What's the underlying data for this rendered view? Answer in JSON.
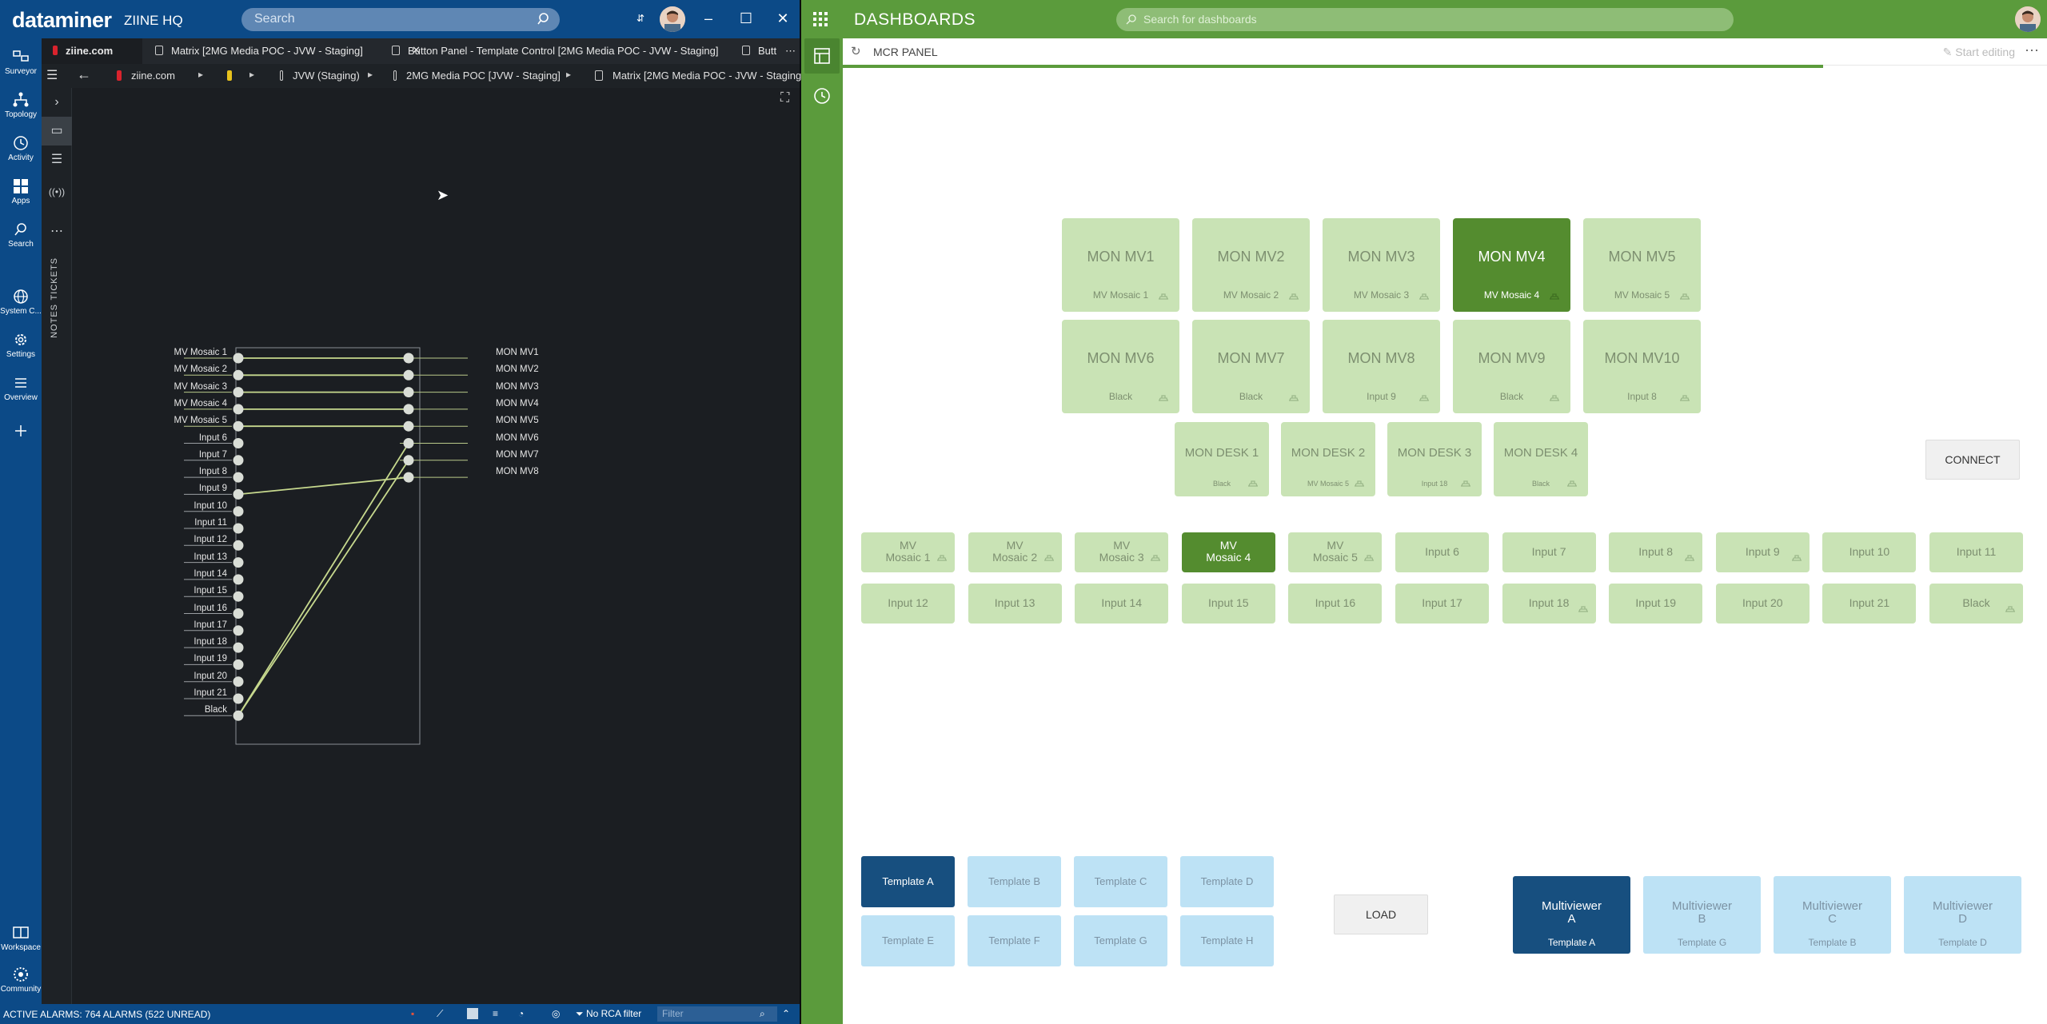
{
  "left_app": {
    "logo": "dataminer",
    "system": "ZIINE HQ",
    "search_placeholder": "Search",
    "rail": [
      "Surveyor",
      "Topology",
      "Activity",
      "Apps",
      "Search",
      "System C...",
      "Settings",
      "Overview",
      "Workspace",
      "Community"
    ],
    "tabs": [
      "ziine.com",
      "Matrix [2MG Media POC - JVW - Staging]",
      "Button Panel - Template Control [2MG Media POC - JVW - Staging]",
      "Butt"
    ],
    "breadcrumbs": [
      "ziine.com",
      "JVW (Staging)",
      "2MG Media POC [JVW - Staging]",
      "Matrix [2MG Media POC - JVW - Staging]"
    ],
    "side_labels": [
      "TICKETS",
      "NOTES"
    ],
    "matrix_inputs": [
      "MV  Mosaic 1",
      "MV Mosaic 2",
      "MV Mosaic 3",
      "MV Mosaic 4",
      "MV Mosaic 5",
      "Input 6",
      "Input 7",
      "Input 8",
      "Input 9",
      "Input 10",
      "Input 11",
      "Input 12",
      "Input 13",
      "Input 14",
      "Input 15",
      "Input 16",
      "Input 17",
      "Input 18",
      "Input 19",
      "Input 20",
      "Input 21",
      "Black"
    ],
    "matrix_outputs": [
      "MON MV1",
      "MON MV2",
      "MON MV3",
      "MON MV4",
      "MON MV5",
      "MON MV6",
      "MON MV7",
      "MON MV8"
    ],
    "connections": [
      [
        1,
        1
      ],
      [
        2,
        2
      ],
      [
        3,
        3
      ],
      [
        4,
        4
      ],
      [
        5,
        5
      ],
      [
        22,
        6
      ],
      [
        22,
        7
      ],
      [
        9,
        8
      ]
    ],
    "status_alarms": "ACTIVE ALARMS: 764 ALARMS (522 UNREAD)",
    "status_rca": "No RCA filter",
    "status_filter_placeholder": "Filter"
  },
  "right_app": {
    "title": "DASHBOARDS",
    "search_placeholder": "Search for dashboards",
    "dashboard_name": "MCR PANEL",
    "start_editing": "Start editing",
    "monitors_row1": [
      {
        "name": "MON MV1",
        "source": "MV Mosaic 1",
        "selected": false
      },
      {
        "name": "MON MV2",
        "source": "MV Mosaic 2",
        "selected": false
      },
      {
        "name": "MON MV3",
        "source": "MV Mosaic 3",
        "selected": false
      },
      {
        "name": "MON MV4",
        "source": "MV Mosaic 4",
        "selected": true
      },
      {
        "name": "MON MV5",
        "source": "MV Mosaic 5",
        "selected": false
      }
    ],
    "monitors_row2": [
      {
        "name": "MON MV6",
        "source": "Black"
      },
      {
        "name": "MON MV7",
        "source": "Black"
      },
      {
        "name": "MON MV8",
        "source": "Input 9"
      },
      {
        "name": "MON MV9",
        "source": "Black"
      },
      {
        "name": "MON MV10",
        "source": "Input 8"
      }
    ],
    "desks": [
      {
        "name": "MON DESK 1",
        "source": "Black"
      },
      {
        "name": "MON DESK 2",
        "source": "MV Mosaic 5"
      },
      {
        "name": "MON DESK 3",
        "source": "Input 18"
      },
      {
        "name": "MON DESK 4",
        "source": "Black"
      }
    ],
    "connect_label": "CONNECT",
    "inputs_row1": [
      {
        "label": "MV\nMosaic 1",
        "tag": true
      },
      {
        "label": "MV\nMosaic 2",
        "tag": true
      },
      {
        "label": "MV\nMosaic 3",
        "tag": true
      },
      {
        "label": "MV\nMosaic 4",
        "tag": false,
        "selected": true
      },
      {
        "label": "MV\nMosaic 5",
        "tag": true
      },
      {
        "label": "Input 6",
        "tag": false
      },
      {
        "label": "Input 7",
        "tag": false
      },
      {
        "label": "Input 8",
        "tag": true
      },
      {
        "label": "Input 9",
        "tag": true
      },
      {
        "label": "Input 10",
        "tag": false
      },
      {
        "label": "Input 11",
        "tag": false
      }
    ],
    "inputs_row2": [
      {
        "label": "Input 12",
        "tag": false
      },
      {
        "label": "Input 13",
        "tag": false
      },
      {
        "label": "Input 14",
        "tag": false
      },
      {
        "label": "Input 15",
        "tag": false
      },
      {
        "label": "Input 16",
        "tag": false
      },
      {
        "label": "Input 17",
        "tag": false
      },
      {
        "label": "Input 18",
        "tag": true
      },
      {
        "label": "Input 19",
        "tag": false
      },
      {
        "label": "Input 20",
        "tag": false
      },
      {
        "label": "Input 21",
        "tag": false
      },
      {
        "label": "Black",
        "tag": true
      }
    ],
    "templates": [
      {
        "label": "Template A",
        "selected": true
      },
      {
        "label": "Template B"
      },
      {
        "label": "Template C"
      },
      {
        "label": "Template D"
      },
      {
        "label": "Template E"
      },
      {
        "label": "Template F"
      },
      {
        "label": "Template G"
      },
      {
        "label": "Template H"
      }
    ],
    "load_label": "LOAD",
    "multiviewers": [
      {
        "name": "Multiviewer\nA",
        "template": "Template A",
        "selected": true
      },
      {
        "name": "Multiviewer\nB",
        "template": "Template G"
      },
      {
        "name": "Multiviewer\nC",
        "template": "Template B"
      },
      {
        "name": "Multiviewer\nD",
        "template": "Template D"
      }
    ],
    "colors": {
      "green_top": "#5b9b3c",
      "panel_light": "#c9e3b5",
      "panel_selected": "#548c2f",
      "template_light": "#bde2f5",
      "template_selected": "#174f7f",
      "cube_blue": "#0c4a87"
    }
  }
}
